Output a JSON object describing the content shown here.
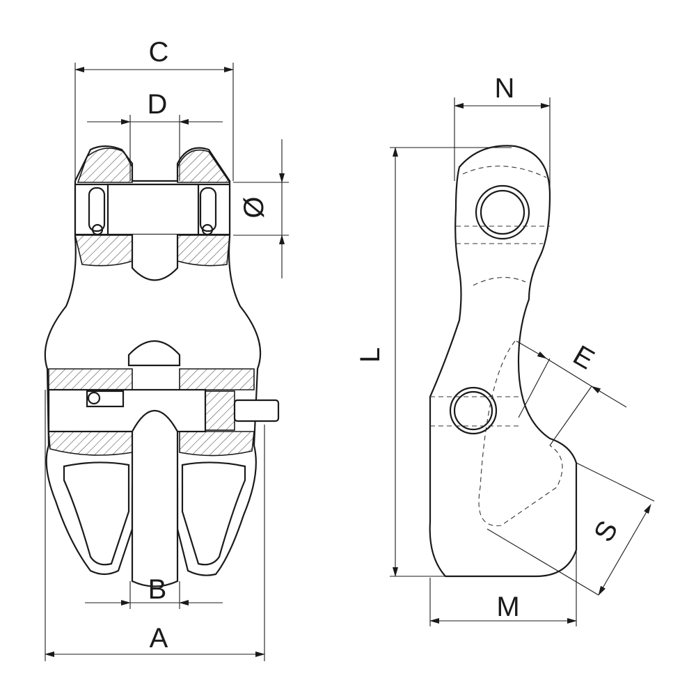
{
  "diagram": {
    "front_view_labels": {
      "C": "C",
      "D": "D",
      "diameter": "Ø",
      "B": "B",
      "A": "A"
    },
    "side_view_labels": {
      "N": "N",
      "L": "L",
      "E": "E",
      "S": "S",
      "M": "M"
    },
    "line_color": "#1a1a1a",
    "background": "#ffffff"
  }
}
